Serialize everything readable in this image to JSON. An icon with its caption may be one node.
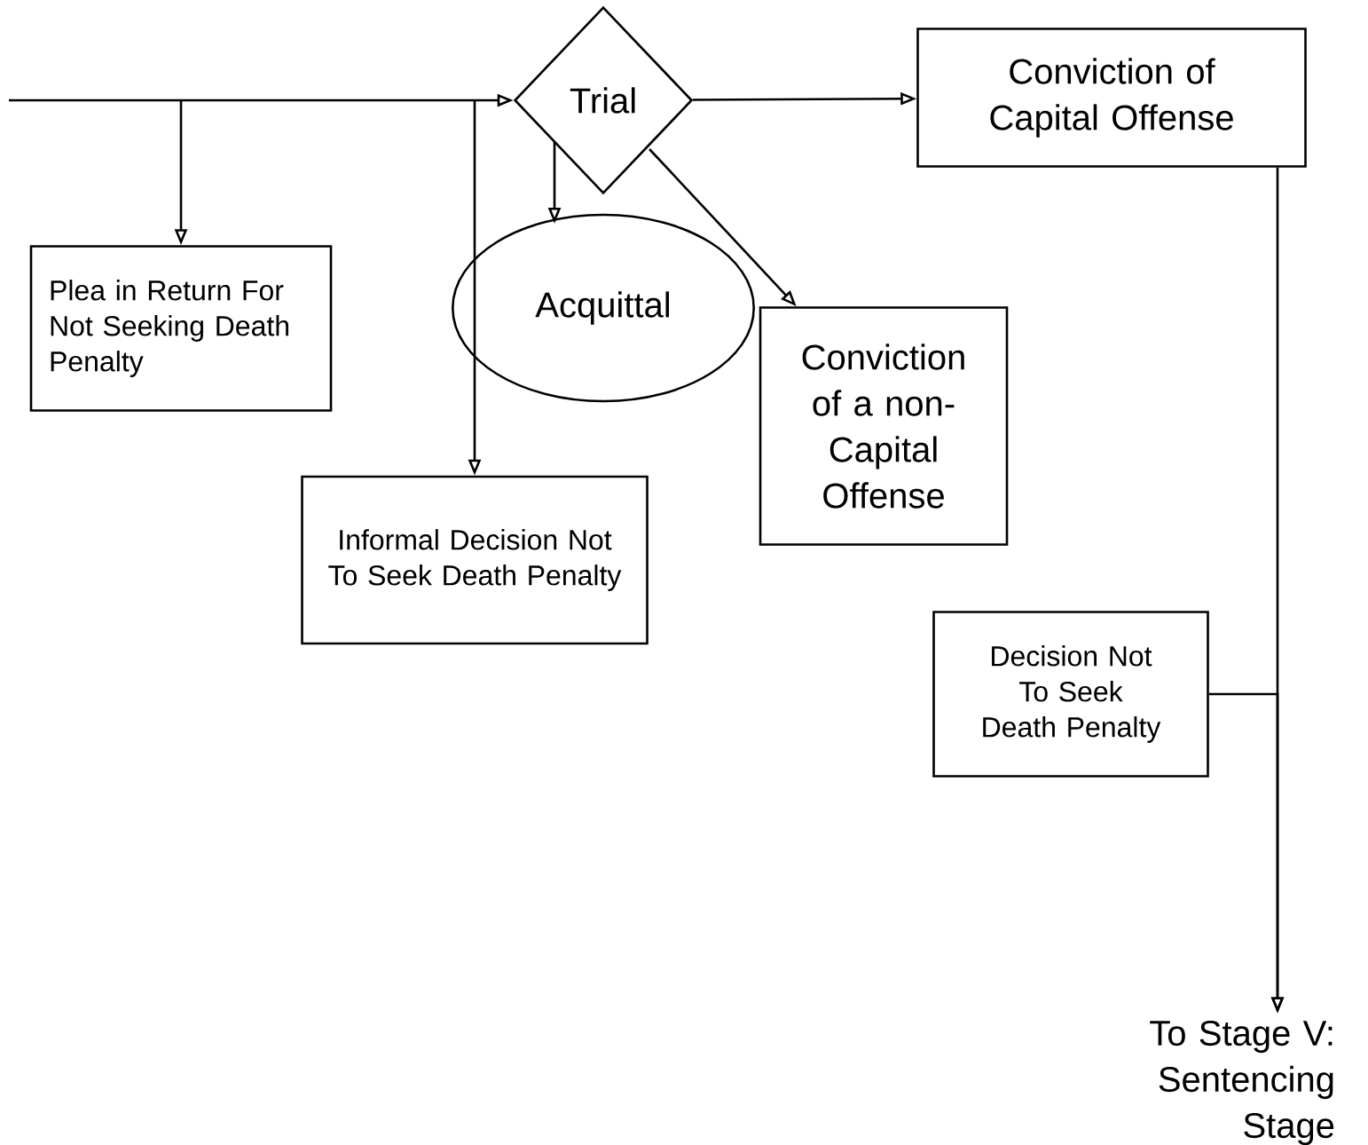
{
  "diagram": {
    "nodes": [
      {
        "text": [
          "Trial"
        ]
      },
      {
        "text": [
          "Conviction of Capital Offense"
        ]
      },
      {
        "text": [
          "Plea in Return For Not Seeking Death Penalty"
        ]
      },
      {
        "text": [
          "Acquittal"
        ]
      },
      {
        "text": [
          "Informal Decision Not To Seek Death Penalty"
        ]
      },
      {
        "text": [
          "Conviction of a non-Capital Offense"
        ]
      },
      {
        "text": [
          "Decision Not To Seek Death Penalty"
        ]
      },
      {
        "text": [
          "To Stage V: Sentencing Stage"
        ]
      }
    ],
    "edges": [
      {
        "from": null,
        "to": 0,
        "arrow": "to"
      },
      {
        "from": null,
        "to": 2,
        "arrow": "to"
      },
      {
        "from": null,
        "to": 4,
        "arrow": "to"
      },
      {
        "from": 0,
        "to": 1,
        "arrow": "to"
      },
      {
        "from": 0,
        "to": 3,
        "arrow": "to"
      },
      {
        "from": 0,
        "to": 5,
        "arrow": "to"
      },
      {
        "from": 1,
        "to": 7,
        "arrow": "to"
      },
      {
        "from": 6,
        "to": 7,
        "arrow": "to"
      }
    ]
  }
}
